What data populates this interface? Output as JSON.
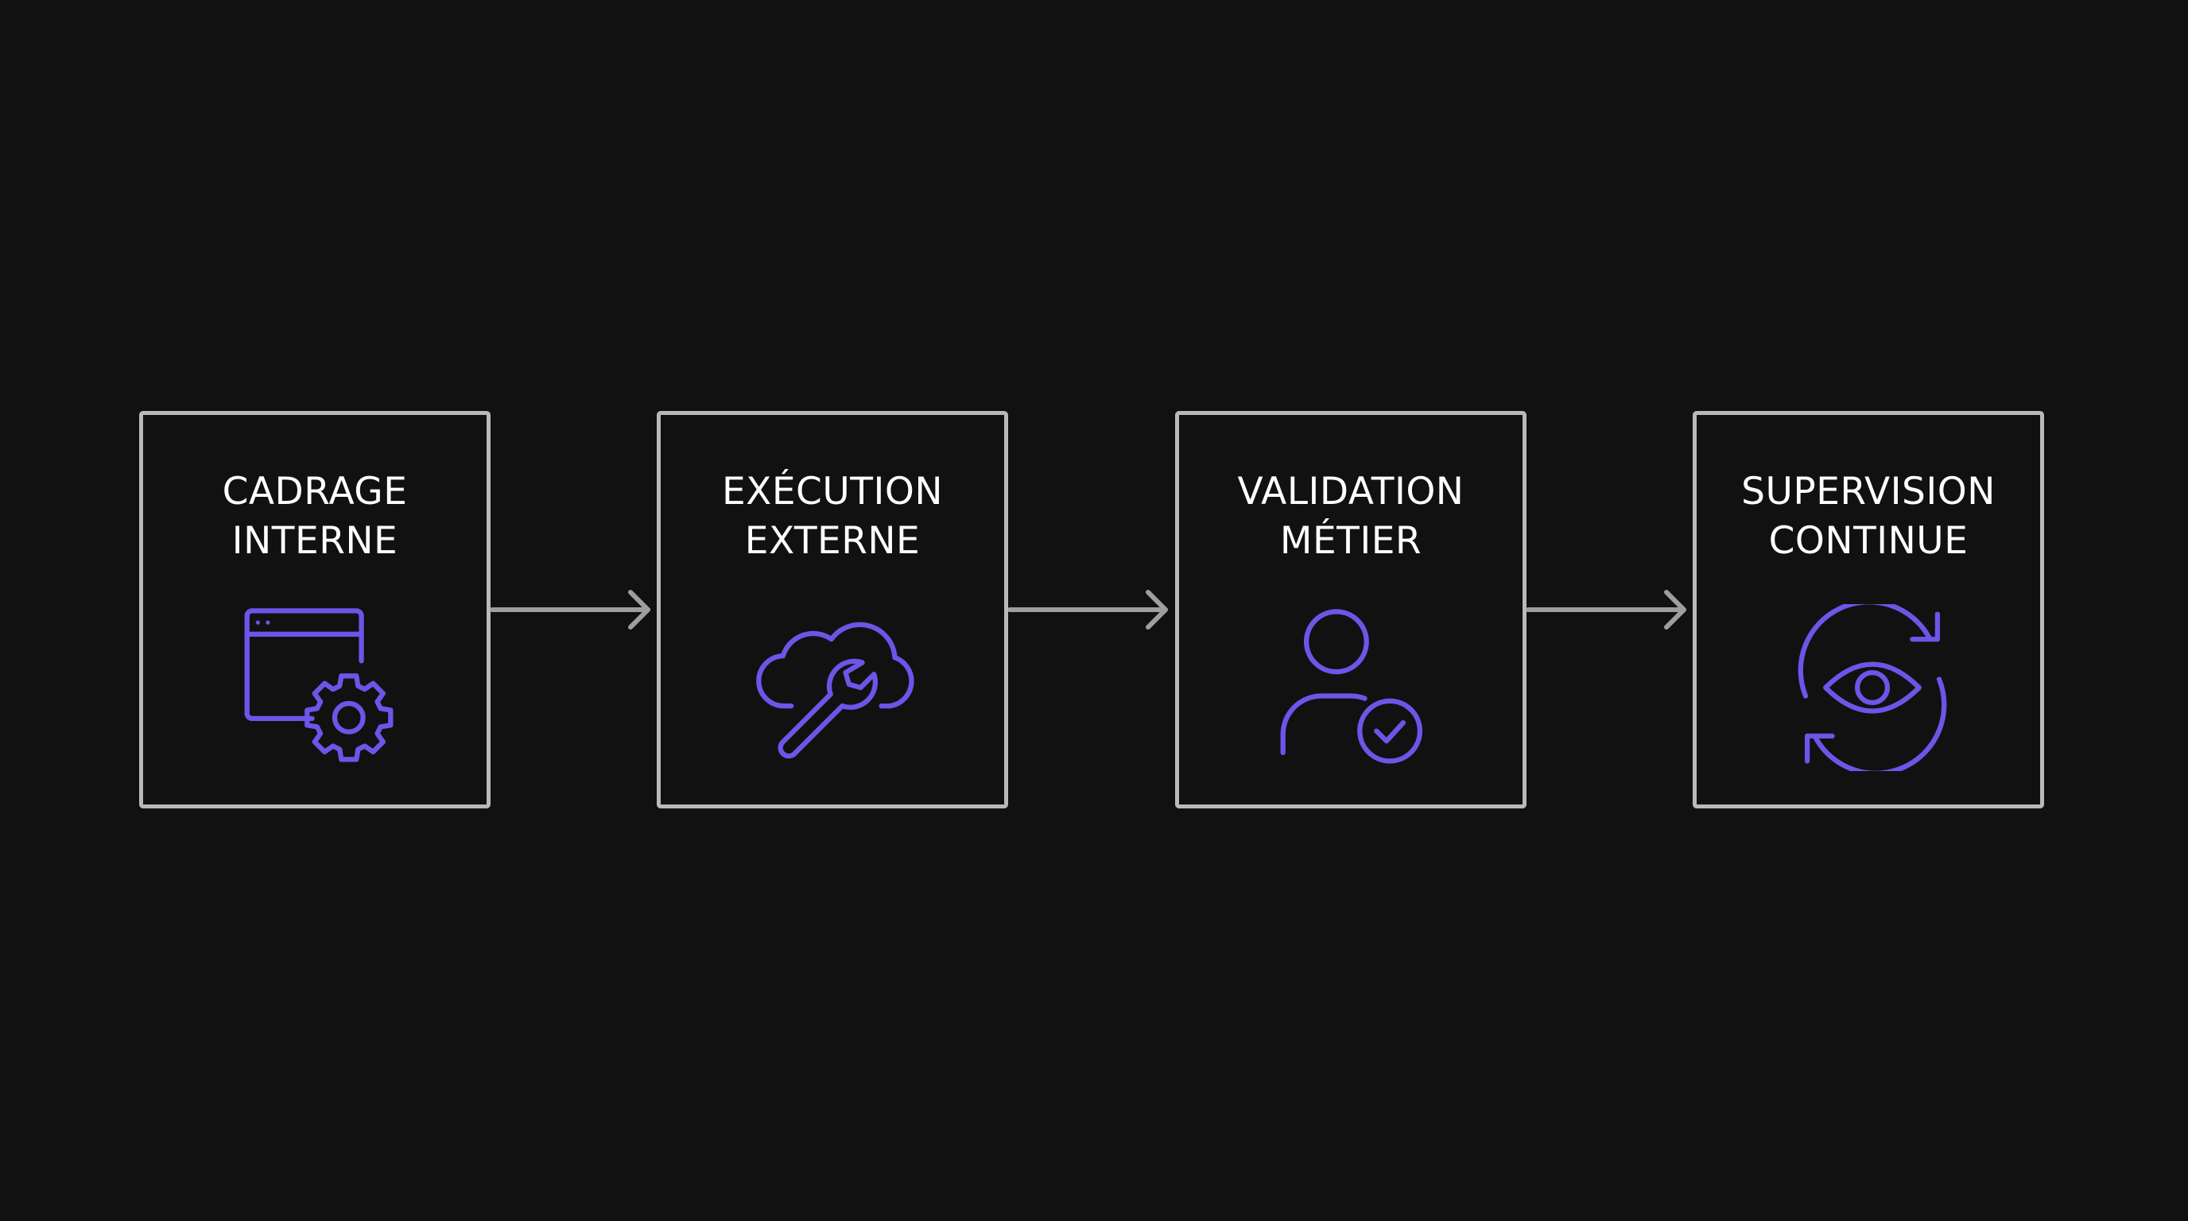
{
  "steps": [
    {
      "line1": "CADRAGE",
      "line2": "INTERNE",
      "icon": "browser-window-gear-icon"
    },
    {
      "line1": "EXÉCUTION",
      "line2": "EXTERNE",
      "icon": "cloud-wrench-icon"
    },
    {
      "line1": "VALIDATION",
      "line2": "MÉTIER",
      "icon": "user-check-icon"
    },
    {
      "line1": "SUPERVISION",
      "line2": "CONTINUE",
      "icon": "eye-refresh-icon"
    }
  ],
  "colors": {
    "background": "#111111",
    "box_border": "#b9b9b9",
    "arrow": "#9e9e9e",
    "text": "#ffffff",
    "icon_accent": "#6b56e8"
  }
}
